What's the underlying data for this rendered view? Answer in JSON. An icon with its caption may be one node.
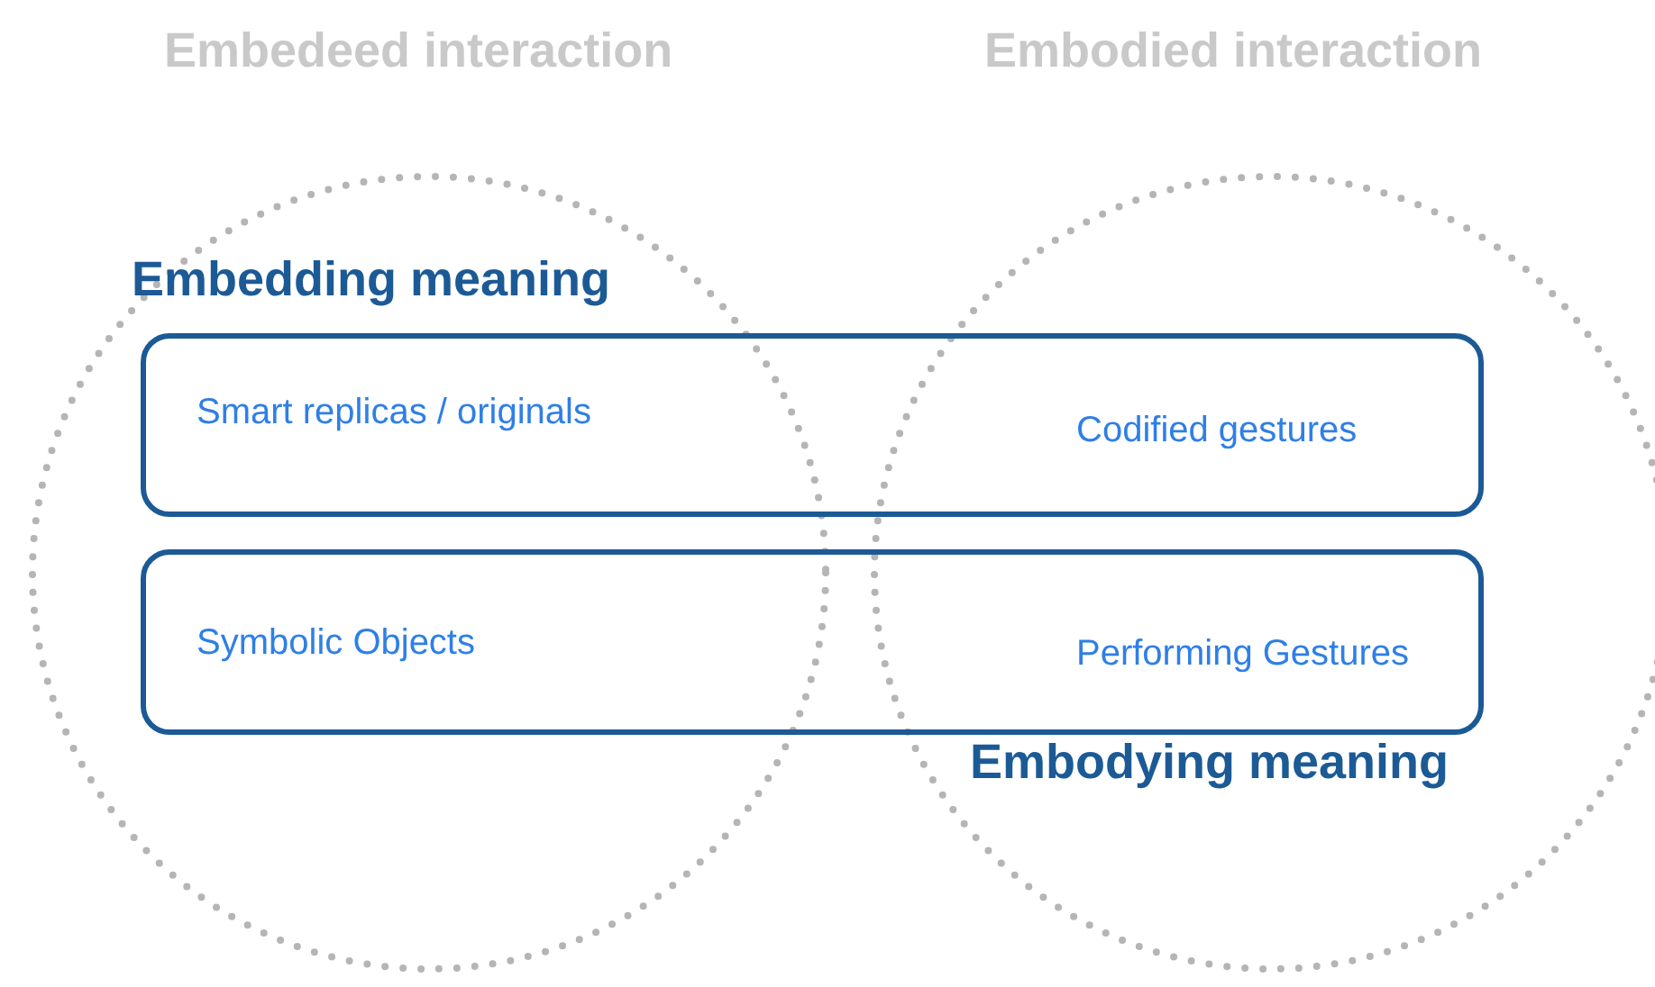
{
  "diagram": {
    "nodes": [
      {
        "text": [
          "Embedeed interaction"
        ]
      },
      {
        "text": [
          "Embodied interaction"
        ]
      },
      {
        "text": [
          "Smart replicas / originals",
          "Codified gestures"
        ]
      },
      {
        "text": [
          "Symbolic Objects",
          "Performing Gestures"
        ]
      }
    ],
    "labels": [
      "Embedding meaning",
      "Embodying meaning"
    ]
  }
}
